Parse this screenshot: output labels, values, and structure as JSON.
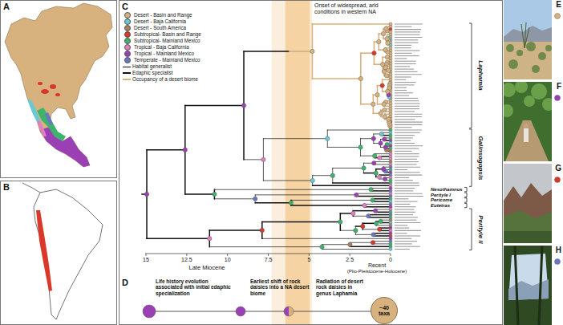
{
  "diagram": {
    "nodes": [
      {
        "text": [
          "A"
        ]
      },
      {
        "text": [
          "B"
        ]
      },
      {
        "text": [
          "C"
        ]
      },
      {
        "text": [
          "~40 taxa"
        ],
        "in": 2
      },
      {
        "text": [
          "E"
        ]
      },
      {
        "text": [
          "F"
        ]
      },
      {
        "text": [
          "G"
        ]
      },
      {
        "text": [
          "H"
        ]
      }
    ],
    "labels": [
      "D",
      "Onset of widespread, arid conditions in western NA",
      "15",
      "12.5",
      "10",
      "7.5",
      "5",
      "2.5",
      "0",
      "Late Miocene",
      "Recent",
      "(Plio-Pleistocene-Holocene)",
      "Laphamia",
      "Galinsogopsis",
      "Nesothamnus",
      "Perityle I",
      "Pericome",
      "Eutetras",
      "Perityle II",
      "Life history evolution associated with initial edaphic specialization",
      "Earliest shift of rock daisies into a NA desert biome",
      "Radiation of desert rock daisies in genus Laphamia"
    ],
    "legend": [
      {
        "text": "Desert - Basin and Range",
        "color": "#d7b27e"
      },
      {
        "text": "Desert - Baja California",
        "color": "#67c9d3"
      },
      {
        "text": "Desert - South America",
        "color": "#a9805a"
      },
      {
        "text": "Subtropical- Basin and Range",
        "color": "#d8392b"
      },
      {
        "text": "Subtropical- Mainland Mexico",
        "color": "#3db36b"
      },
      {
        "text": "Tropical - Baja California",
        "color": "#e07fc0"
      },
      {
        "text": "Tropical - Mainland Mexico",
        "color": "#9b3fb5"
      },
      {
        "text": "Temperate - Mainland Mexico",
        "color": "#6a78c2"
      },
      {
        "text": "Habitat generalist"
      },
      {
        "text": "Edaphic specialist"
      },
      {
        "text": "Occupancy of a desert biome"
      }
    ]
  }
}
